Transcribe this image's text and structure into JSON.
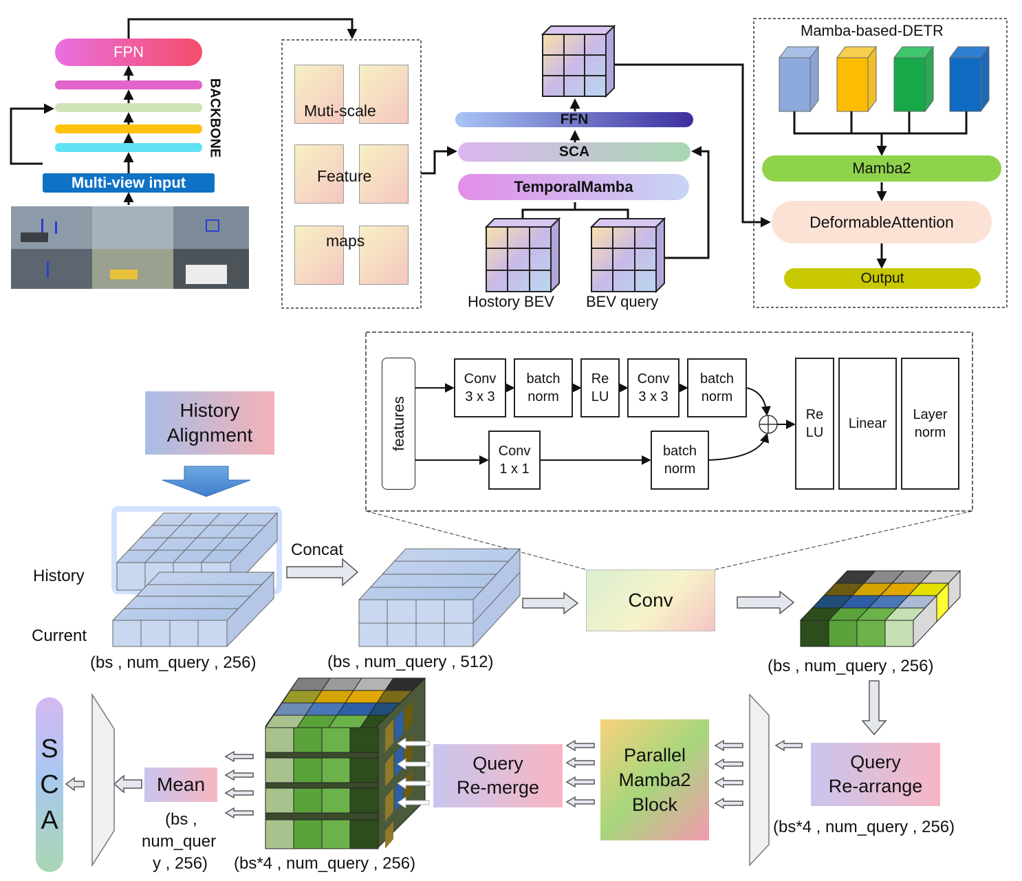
{
  "top": {
    "fpn": "FPN",
    "backbone": "BACKBONE",
    "multiview_input": "Multi-view input",
    "feature_maps_line1": "Muti-scale",
    "feature_maps_line2": "Feature",
    "feature_maps_line3": "maps",
    "ffn": "FFN",
    "sca": "SCA",
    "temporal_mamba": "TemporalMamba",
    "history_bev": "Hostory BEV",
    "bev_query": "BEV query",
    "detr_title": "Mamba-based-DETR",
    "mamba2": "Mamba2",
    "deformable_attention": "DeformableAttention",
    "output": "Output"
  },
  "conv_block": {
    "features": "features",
    "conv3_a_l1": "Conv",
    "conv3_a_l2": "3 x 3",
    "bn_a_l1": "batch",
    "bn_a_l2": "norm",
    "relu_a_l1": "Re",
    "relu_a_l2": "LU",
    "conv3_b_l1": "Conv",
    "conv3_b_l2": "3 x 3",
    "bn_b_l1": "batch",
    "bn_b_l2": "norm",
    "conv1_l1": "Conv",
    "conv1_l2": "1 x 1",
    "bn_c_l1": "batch",
    "bn_c_l2": "norm",
    "relu_out_l1": "Re",
    "relu_out_l2": "LU",
    "linear": "Linear",
    "layernorm_l1": "Layer",
    "layernorm_l2": "norm"
  },
  "bottom": {
    "history_alignment_l1": "History",
    "history_alignment_l2": "Alignment",
    "history": "History",
    "current": "Current",
    "dim_256_a": "(bs , num_query , 256)",
    "concat": "Concat",
    "dim_512": "(bs , num_query , 512)",
    "conv": "Conv",
    "dim_256_b": "(bs ,  num_query , 256)",
    "query_rearrange_l1": "Query",
    "query_rearrange_l2": "Re-arrange",
    "dim_bs4_a": "(bs*4 ,  num_query , 256)",
    "parallel_l1": "Parallel",
    "parallel_l2": "Mamba2",
    "parallel_l3": "Block",
    "query_remerge_l1": "Query",
    "query_remerge_l2": "Re-merge",
    "dim_bs4_b": "(bs*4 ,  num_query , 256)",
    "mean": "Mean",
    "mean_dim_l1": "(bs ,",
    "mean_dim_l2": "num_quer",
    "mean_dim_l3": "y , 256)",
    "sca_s": "S",
    "sca_c": "C",
    "sca_a": "A"
  }
}
